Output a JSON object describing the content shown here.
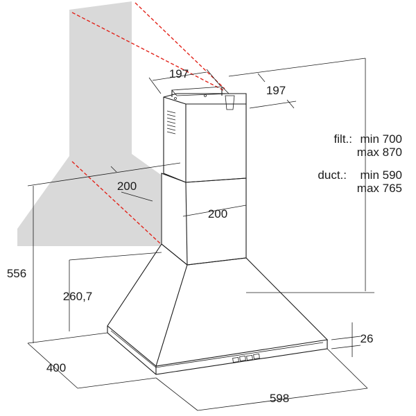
{
  "dimensions": {
    "duct_top_width": "197",
    "duct_top_depth": "197",
    "duct_lower_depth": "200",
    "duct_lower_width": "200",
    "total_height_lower": "556",
    "chimney_to_bottom": "260,7",
    "depth": "400",
    "width": "598",
    "canopy_height": "26"
  },
  "height_note": {
    "filter_label": "filt.:",
    "filter_min": "min 700",
    "filter_max": "max 870",
    "duct_label": "duct.:",
    "duct_min": "min 590",
    "duct_max": "max 765"
  },
  "colors": {
    "wall": "#d9d9d9",
    "guide": "#e2231a",
    "line": "#1a1a1a"
  }
}
